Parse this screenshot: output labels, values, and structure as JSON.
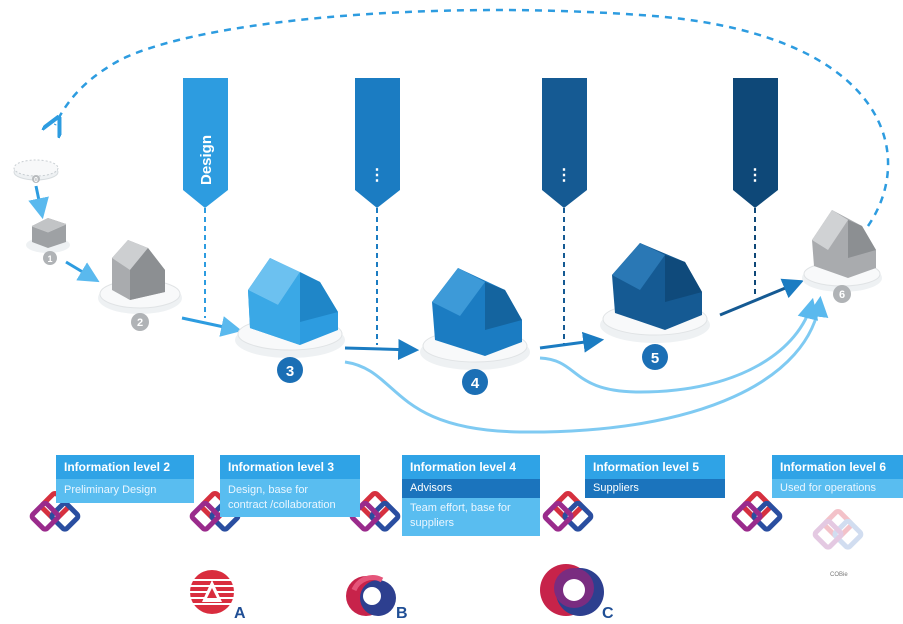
{
  "banners": [
    {
      "label": "Design"
    },
    {
      "label": "⋮"
    },
    {
      "label": "⋮"
    },
    {
      "label": "⋮"
    }
  ],
  "stages": [
    "0",
    "1",
    "2",
    "3",
    "4",
    "5",
    "6"
  ],
  "levels": [
    {
      "title": "Information level 2",
      "rows": [
        "Preliminary Design"
      ]
    },
    {
      "title": "Information level 3",
      "rows": [
        "Design, base for",
        "contract /collaboration"
      ]
    },
    {
      "title": "Information level 4",
      "rows": [
        "Advisors",
        "Team effort, base for",
        "suppliers"
      ]
    },
    {
      "title": "Information level 5",
      "rows": [
        "Suppliers"
      ]
    },
    {
      "title": "Information level 6",
      "rows": [
        "Used for operations"
      ]
    }
  ],
  "logo_letters": [
    "A",
    "B",
    "C"
  ],
  "cobie_label": "COBie",
  "colors": {
    "light": "#2d9ce0",
    "mid": "#1b7cc2",
    "dark": "#155a93",
    "darkest": "#0e4878",
    "grey": "#a9abae",
    "card_header": "#2fa3e6",
    "card_body": "#59bdf0"
  }
}
